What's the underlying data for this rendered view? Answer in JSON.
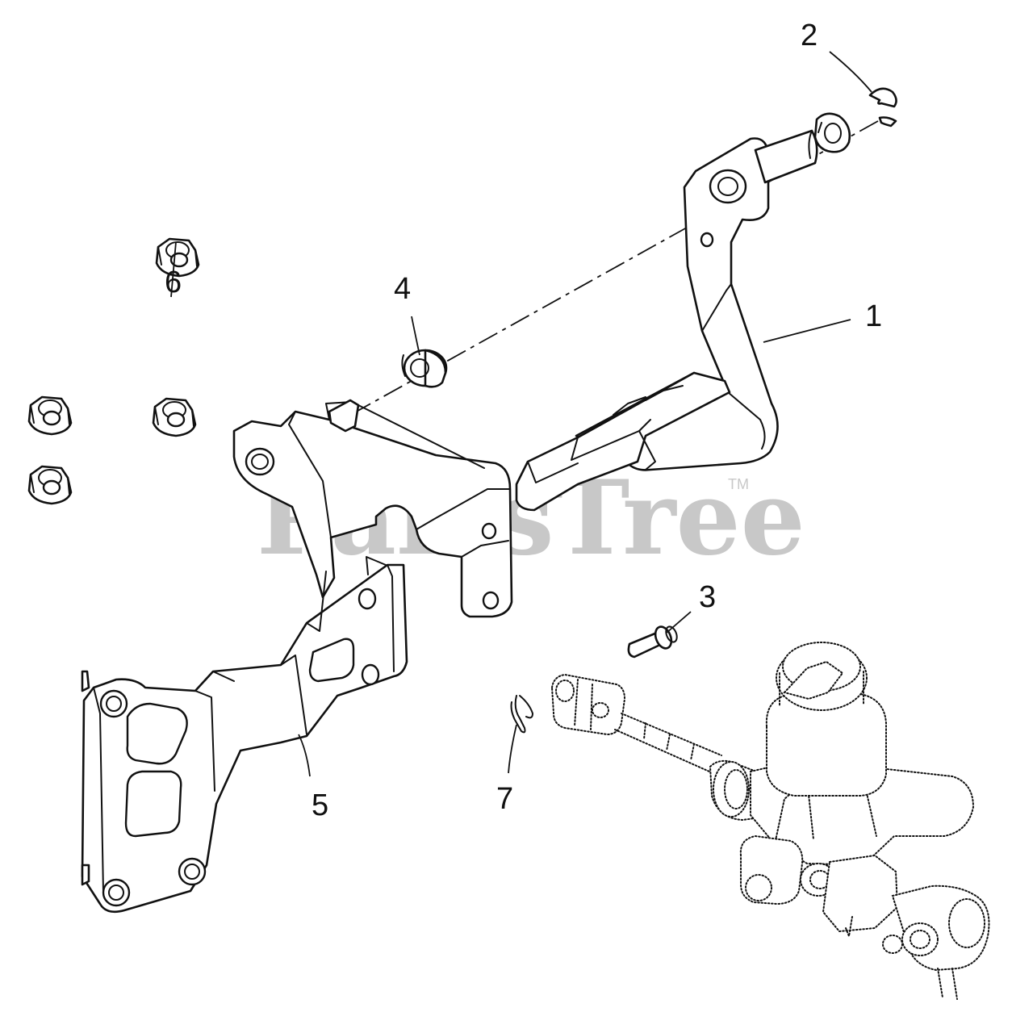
{
  "watermark": {
    "text": "PartsTree",
    "trademark": "TM",
    "color": "#c8c8c8"
  },
  "callouts": {
    "c1": "1",
    "c2": "2",
    "c3": "3",
    "c4": "4",
    "c5": "5",
    "c6": "6",
    "c7": "7"
  },
  "colors": {
    "line": "#111111",
    "background": "#ffffff"
  }
}
